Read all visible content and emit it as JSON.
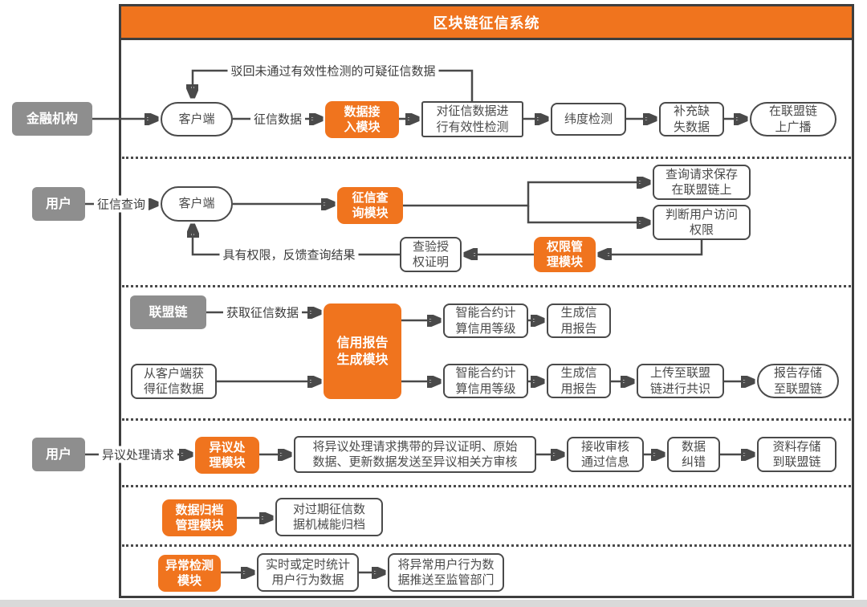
{
  "title": "区块链征信系统",
  "colors": {
    "accent_orange": "#F0741E",
    "actor_gray": "#8E8E8E",
    "line_dark": "#4A4A4A"
  },
  "lane1": {
    "actor": "金融机构",
    "client": "客户端",
    "edge_credit_data": "征信数据",
    "edge_reject": "驳回未通过有效性检测的可疑征信数据",
    "module": "数据接\n入模块",
    "validity_check": "对征信数据进\n行有效性检测",
    "dimension_check": "纬度检测",
    "fill_missing": "补充缺\n失数据",
    "broadcast": "在联盟链\n上广播"
  },
  "lane2": {
    "actor": "用户",
    "edge_query": "征信查询",
    "client": "客户端",
    "module": "征信查\n询模块",
    "save_request": "查询请求保存\n在联盟链上",
    "judge_access": "判断用户访问\n权限",
    "perm_module": "权限管\n理模块",
    "verify_auth": "查验授\n权证明",
    "edge_feedback": "具有权限，反馈查询结果"
  },
  "lane3": {
    "actor": "联盟链",
    "edge_get_data": "获取征信数据",
    "module": "信用报告\n生成模块",
    "smart1": "智能合约计\n算信用等级",
    "gen1": "生成信\n用报告",
    "from_client": "从客户端获\n得征信数据",
    "smart2": "智能合约计\n算信用等级",
    "gen2": "生成信\n用报告",
    "upload": "上传至联盟\n链进行共识",
    "store": "报告存储\n至联盟链"
  },
  "lane4": {
    "actor": "用户",
    "edge_dispute": "异议处理请求",
    "module": "异议处\n理模块",
    "send_review": "将异议处理请求携带的异议证明、原始\n数据、更新数据发送至异议相关方审核",
    "receive": "接收审核\n通过信息",
    "correct": "数据\n纠错",
    "store": "资料存储\n到联盟链"
  },
  "lane5": {
    "module": "数据归档\n管理模块",
    "archive": "对过期征信数\n据机械能归档"
  },
  "lane6": {
    "module": "异常检测\n模块",
    "stat": "实时或定时统计\n用户行为数据",
    "push": "将异常用户行为数\n据推送至监管部门"
  }
}
